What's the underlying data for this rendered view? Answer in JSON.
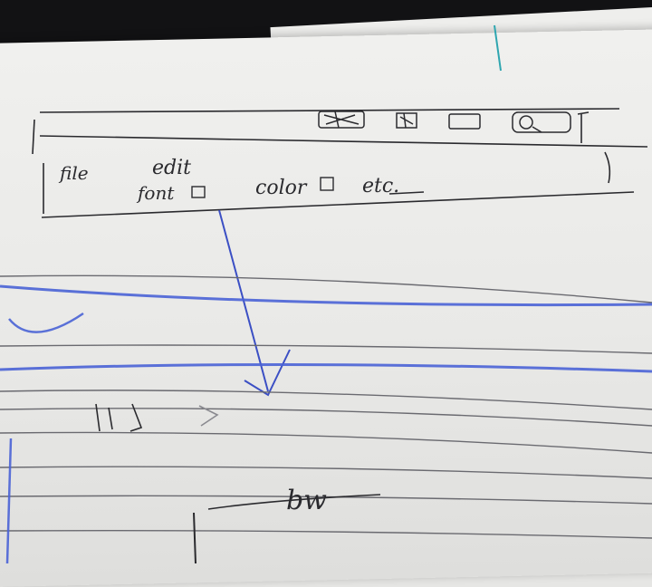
{
  "sketch": {
    "menu_words": {
      "file": "file",
      "edit": "edit",
      "font": "font",
      "color": "color",
      "etc": "etc."
    },
    "icon_names": [
      "save-icon",
      "grid-icon",
      "square-icon",
      "zoom-icon",
      "cursor-icon"
    ],
    "bottom_word": "bw"
  },
  "colors": {
    "paper": "#ececea",
    "ink_pencil": "#2a2a2e",
    "ink_blue": "#3b4fc4",
    "ruled_line": "#6a6a70",
    "background_dark": "#121214"
  }
}
